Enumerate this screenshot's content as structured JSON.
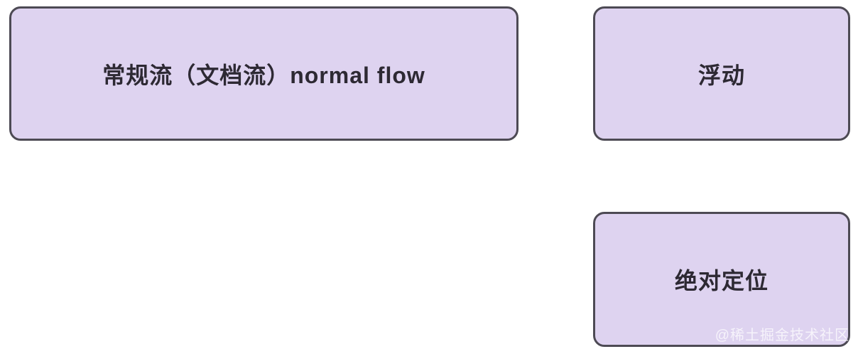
{
  "page": {
    "background": "#ffffff",
    "watermark": "@稀土掘金技术社区"
  },
  "diagram": {
    "colors": {
      "node_fill": "#ded3f0",
      "node_border": "#4d4a54",
      "node_text": "#2d2933",
      "watermark_color": "rgba(255,255,255,0.72)"
    },
    "nodes": [
      {
        "id": "normal-flow",
        "label": "常规流（文档流）normal flow"
      },
      {
        "id": "float",
        "label": "浮动"
      },
      {
        "id": "absolute-positioning",
        "label": "绝对定位"
      }
    ]
  }
}
